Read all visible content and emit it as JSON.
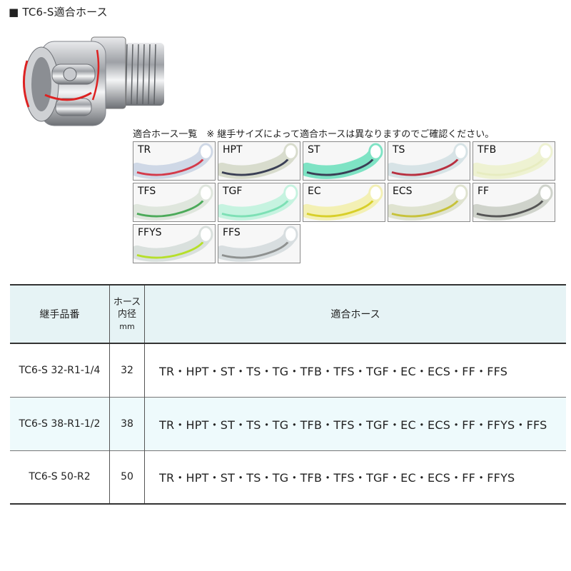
{
  "title": "■ TC6-S適合ホース",
  "note": "適合ホース一覧　※ 継手サイズによって適合ホースは異なりますのでご確認ください。",
  "hoses": [
    {
      "label": "TR",
      "tube": "#cfd8e6",
      "stripe": "#d43a4a"
    },
    {
      "label": "HPT",
      "tube": "#d8dccd",
      "stripe": "#3a3f55"
    },
    {
      "label": "ST",
      "tube": "#7ee3c4",
      "stripe": "#3a3f55"
    },
    {
      "label": "TS",
      "tube": "#d7e3e6",
      "stripe": "#b83040"
    },
    {
      "label": "TFB",
      "tube": "#eef2d2",
      "stripe": "#e7ecc0"
    },
    {
      "label": "TFS",
      "tube": "#dfe6dd",
      "stripe": "#4caa5a"
    },
    {
      "label": "TGF",
      "tube": "#c6f3e0",
      "stripe": "#7de0b5"
    },
    {
      "label": "EC",
      "tube": "#f3f0b4",
      "stripe": "#d8cf2a"
    },
    {
      "label": "ECS",
      "tube": "#dfe3d0",
      "stripe": "#c7c23a"
    },
    {
      "label": "FF",
      "tube": "#cfd3cb",
      "stripe": "#555555"
    },
    {
      "label": "FFYS",
      "tube": "#d9e0dd",
      "stripe": "#b6df2a"
    },
    {
      "label": "FFS",
      "tube": "#d8dee0",
      "stripe": "#8e9190"
    }
  ],
  "table": {
    "headers": {
      "model": "継手品番",
      "size_line1": "ホース",
      "size_line2": "内径",
      "size_unit": "mm",
      "hose": "適合ホース"
    },
    "rows": [
      {
        "model": "TC6-S 32-R1-1/4",
        "size": "32",
        "hoses": "TR・HPT・ST・TS・TG・TFB・TFS・TGF・EC・ECS・FF・FFS"
      },
      {
        "model": "TC6-S 38-R1-1/2",
        "size": "38",
        "hoses": "TR・HPT・ST・TS・TG・TFB・TFS・TGF・EC・ECS・FF・FFYS・FFS"
      },
      {
        "model": "TC6-S 50-R2",
        "size": "50",
        "hoses": "TR・HPT・ST・TS・TG・TFB・TFS・TGF・EC・ECS・FF・FFYS"
      }
    ]
  }
}
